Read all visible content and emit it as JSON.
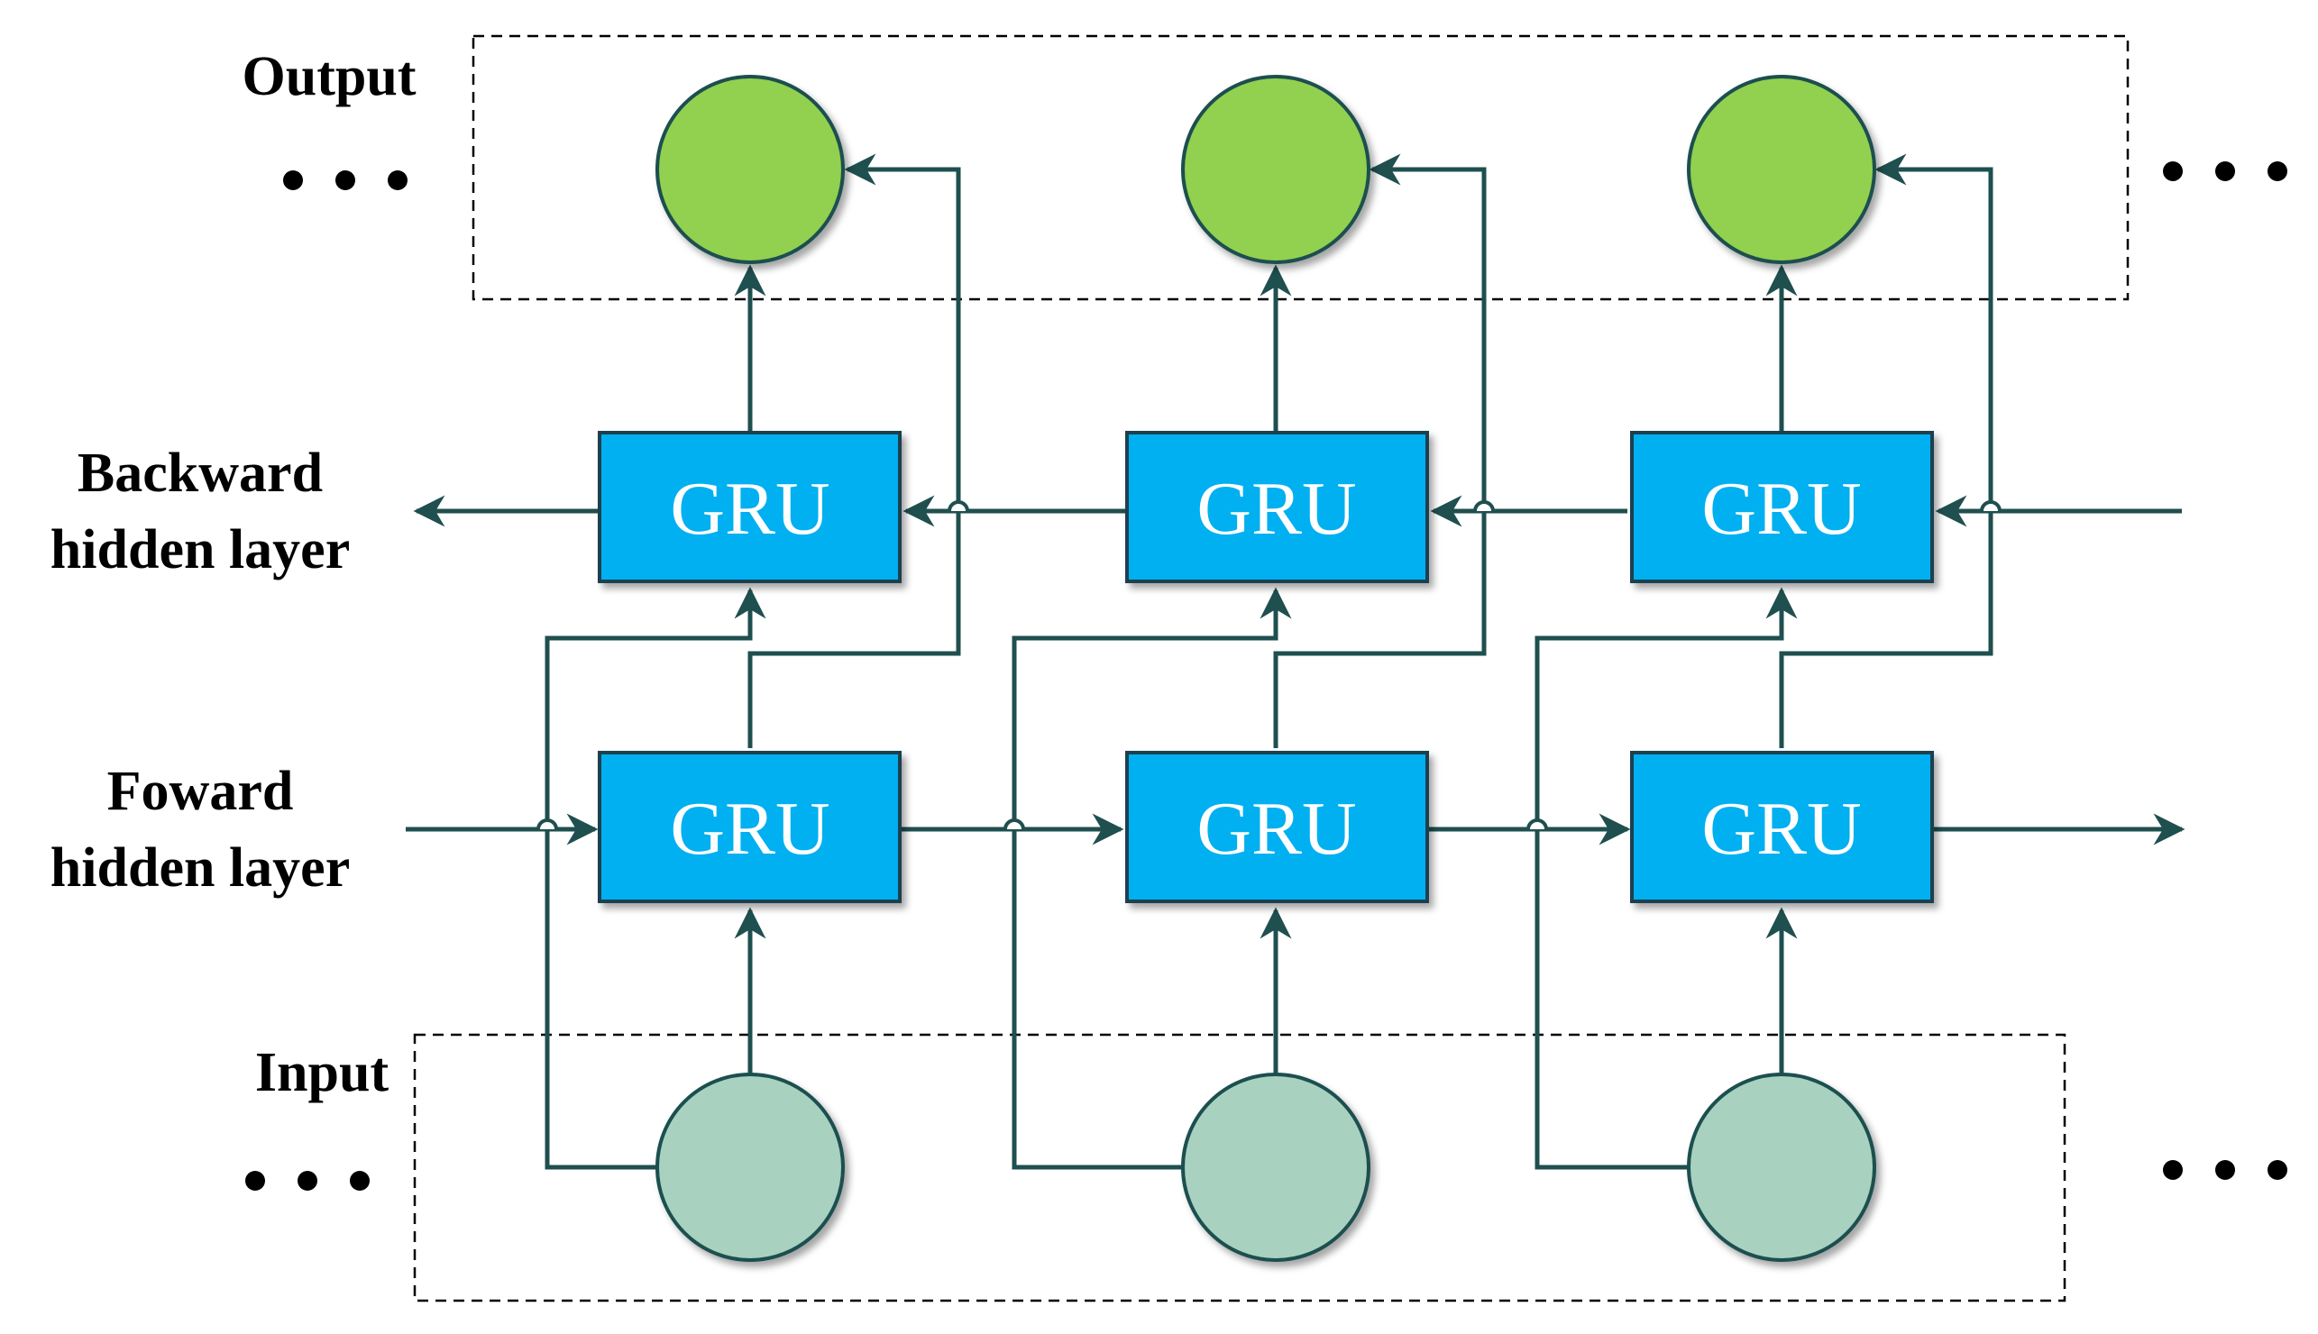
{
  "labels": {
    "output": "Output",
    "backward_line1": "Backward",
    "backward_line2": "hidden layer",
    "forward_line1": "Foward",
    "forward_line2": "hidden layer",
    "input": "Input",
    "ellipsis": "• • •"
  },
  "gru_label": "GRU",
  "colors": {
    "line": "#1f4f4f",
    "gru_fill": "#00b0f0",
    "gru_stroke": "#1f3f4f",
    "output_node": "#92d050",
    "input_node": "#a9d1bf",
    "node_stroke": "#1f4f4f",
    "box_dash": "#000000"
  },
  "nodes": {
    "outputs": [
      "output-node-1",
      "output-node-2",
      "output-node-3"
    ],
    "inputs": [
      "input-node-1",
      "input-node-2",
      "input-node-3"
    ]
  }
}
